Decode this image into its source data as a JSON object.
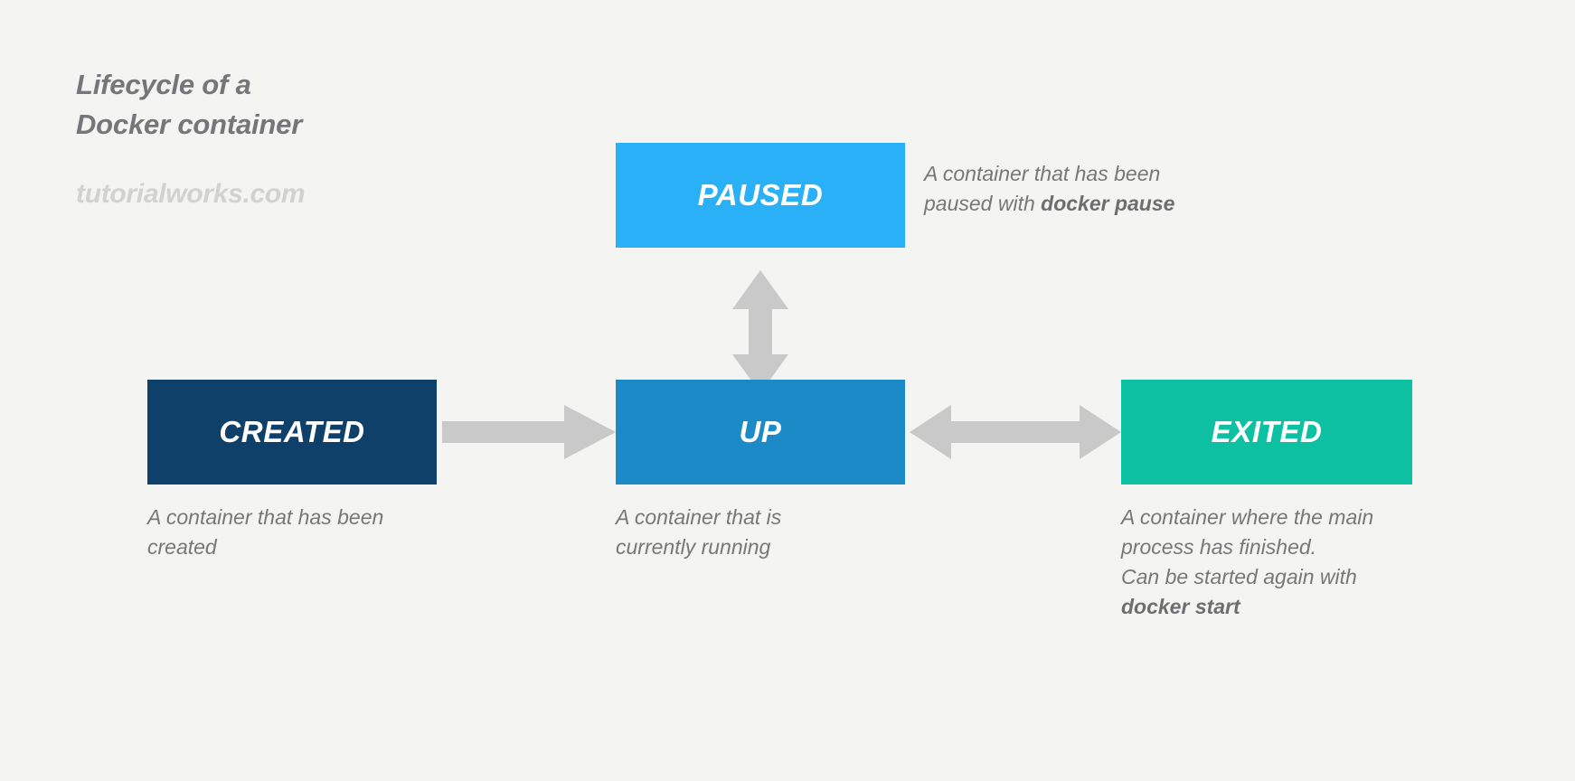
{
  "header": {
    "title_line_1": "Lifecycle of a",
    "title_line_2": "Docker container",
    "watermark": "tutorialworks.com"
  },
  "colors": {
    "background": "#f4f4f2",
    "created": "#0e4069",
    "up": "#1c8ac7",
    "paused": "#29b0f7",
    "exited": "#0cc0a1",
    "arrow": "#c9c9c9",
    "text_gray": "#77777a",
    "watermark_gray": "#d2d2d2"
  },
  "states": {
    "created": {
      "label": "CREATED",
      "description": "A container that has been\ncreated"
    },
    "up": {
      "label": "UP",
      "description": "A container that is\ncurrently running"
    },
    "paused": {
      "label": "PAUSED",
      "description_prefix": "A container that has been\npaused with ",
      "description_command": "docker pause"
    },
    "exited": {
      "label": "EXITED",
      "description_prefix": "A container where the main\nprocess has finished.\nCan be started again with\n",
      "description_command": "docker start"
    }
  },
  "transitions": [
    {
      "name": "created-to-up",
      "from": "CREATED",
      "to": "UP",
      "direction": "one-way"
    },
    {
      "name": "up-to-paused",
      "from": "UP",
      "to": "PAUSED",
      "direction": "two-way"
    },
    {
      "name": "up-to-exited",
      "from": "UP",
      "to": "EXITED",
      "direction": "two-way"
    }
  ]
}
